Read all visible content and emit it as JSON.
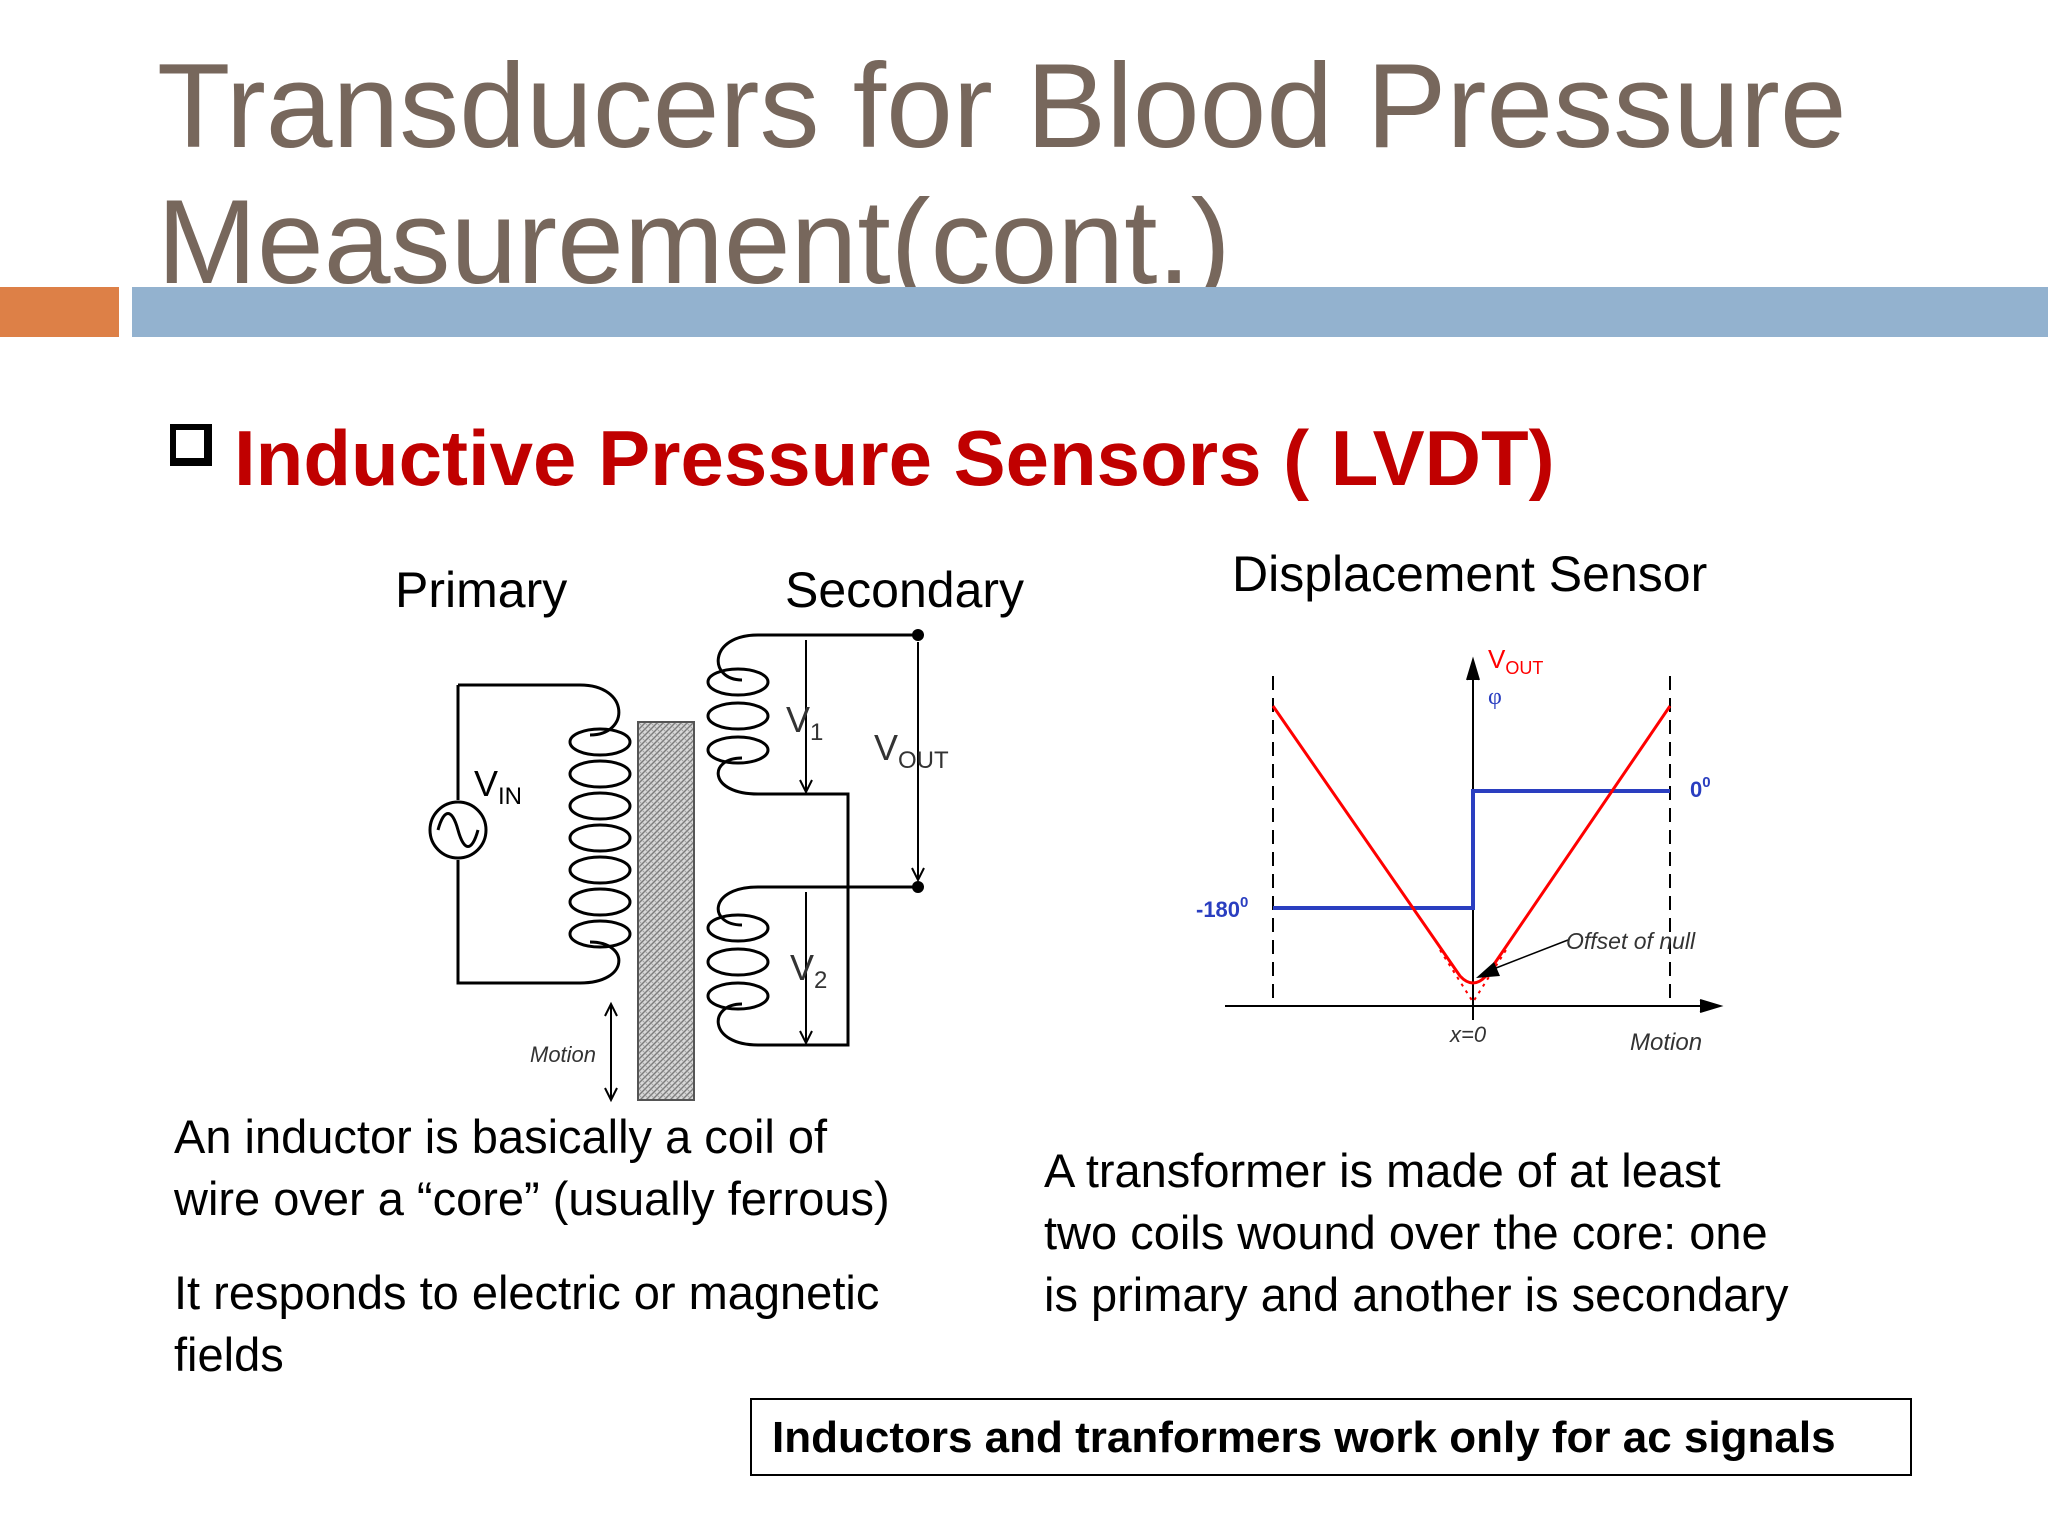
{
  "slide": {
    "title_lines": [
      "Transducers for Blood Pressure",
      "Measurement(cont.)"
    ],
    "heading": "Inductive Pressure Sensors ( LVDT)",
    "lvdt_diagram": {
      "primary_label": "Primary",
      "secondary_label": "Secondary",
      "vin": "V",
      "vin_sub": "IN",
      "v1": "V",
      "v1_sub": "1",
      "v2": "V",
      "v2_sub": "2",
      "vout": "V",
      "vout_sub": "OUT",
      "motion": "Motion"
    },
    "displacement_diagram": {
      "title": "Displacement Sensor",
      "vout": "V",
      "vout_sub": "OUT",
      "phi": "φ",
      "zero_deg": "0",
      "zero_deg_sup": "0",
      "minus180": "-180",
      "minus180_sup": "0",
      "offset_of_null": "Offset of null",
      "x0": "x=0",
      "motion": "Motion",
      "colors": {
        "magnitude": "#ff0000",
        "phase": "#2a3ec0"
      }
    },
    "left_paragraphs": [
      [
        "An inductor is basically a coil of",
        "wire over a “core” (usually ferrous)"
      ],
      [
        "It responds to electric or magnetic",
        "fields"
      ]
    ],
    "right_paragraph": [
      "A transformer is made of at least",
      "two coils wound over the core: one",
      "is primary and another is secondary"
    ],
    "note": "Inductors and tranformers work only for ac signals",
    "colors": {
      "title": "#77675c",
      "heading": "#c00000",
      "bar_orange": "#dd8047",
      "bar_blue": "#93b2cf"
    }
  }
}
